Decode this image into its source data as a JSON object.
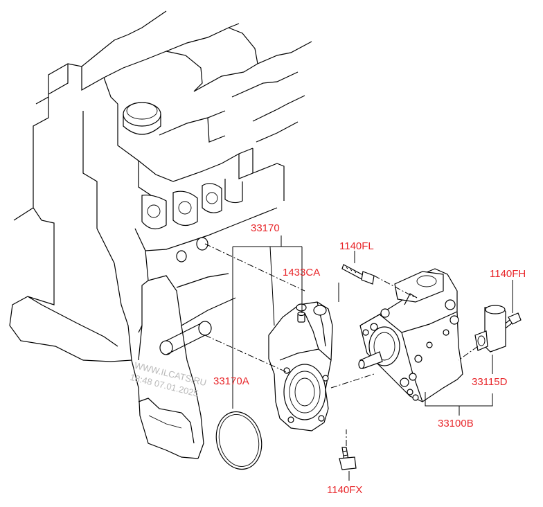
{
  "labels": {
    "l33170": "33170",
    "l1433CA": "1433CA",
    "l1140FL": "1140FL",
    "l1140FH": "1140FH",
    "l33170A": "33170A",
    "l33115D": "33115D",
    "l33100B": "33100B",
    "l1140FX": "1140FX"
  },
  "watermark": {
    "line1": "WWW.ILCATS.RU",
    "line2": "18:48 07.01.2025"
  },
  "colors": {
    "label": "#e8262a",
    "line": "#000000",
    "watermark": "#b9b9b9"
  }
}
